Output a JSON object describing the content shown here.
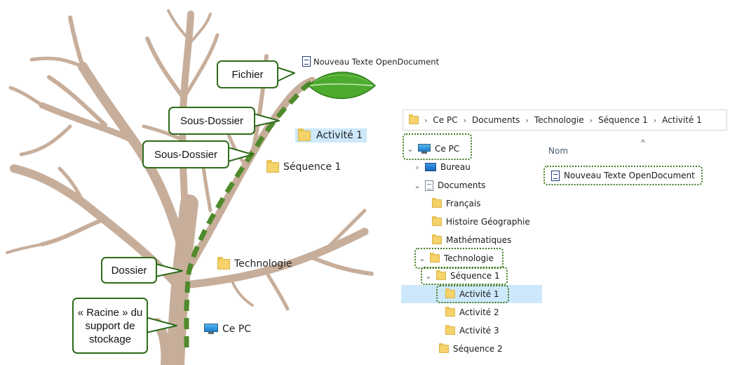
{
  "callouts": {
    "fichier": "Fichier",
    "sous_dossier_1": "Sous-Dossier",
    "sous_dossier_2": "Sous-Dossier",
    "dossier": "Dossier",
    "racine_line1": "« Racine » du",
    "racine_line2": "support de",
    "racine_line3": "stockage"
  },
  "tree_labels": {
    "file": "Nouveau Texte OpenDocument",
    "activite": "Activité 1",
    "sequence": "Séquence 1",
    "technologie": "Technologie",
    "ce_pc": "Ce PC"
  },
  "explorer": {
    "breadcrumb": [
      "Ce PC",
      "Documents",
      "Technologie",
      "Séquence 1",
      "Activité 1"
    ],
    "column_header": "Nom",
    "file_item": "Nouveau Texte OpenDocument",
    "nav": {
      "ce_pc": "Ce PC",
      "bureau": "Bureau",
      "documents": "Documents",
      "francais": "Français",
      "histoire": "Histoire Géographie",
      "maths": "Mathématiques",
      "technologie": "Technologie",
      "sequence1": "Séquence 1",
      "activite1": "Activité 1",
      "activite2": "Activité 2",
      "activite3": "Activité 3",
      "sequence2": "Séquence 2"
    }
  },
  "colors": {
    "branch": "#c7ae9b",
    "path_dash": "#4f8a2b",
    "callout_border": "#2e6b1a",
    "leaf": "#4caa2e",
    "selection": "#cde8fb"
  },
  "icons": [
    "folder-icon",
    "document-icon",
    "computer-icon",
    "chevron-icon",
    "leaf-icon",
    "desktop-icon"
  ]
}
